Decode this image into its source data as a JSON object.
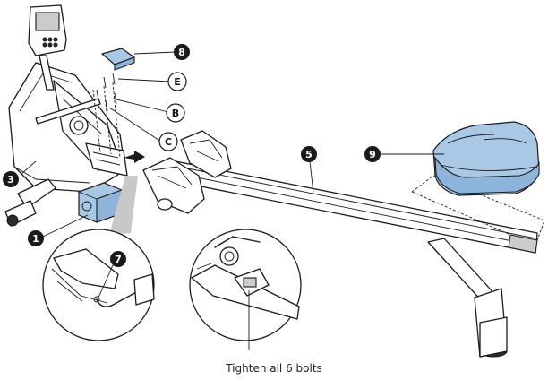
{
  "callouts": {
    "part_8": "8",
    "part_E": "E",
    "part_B": "B",
    "part_C": "C",
    "part_3": "3",
    "part_1": "1",
    "part_5": "5",
    "part_9": "9",
    "part_7": "7"
  },
  "caption": "Tighten all 6 bolts",
  "colors": {
    "part_fill": "#a9c8e6",
    "badge": "#1a1a1a",
    "outline": "#1a1a1a"
  }
}
